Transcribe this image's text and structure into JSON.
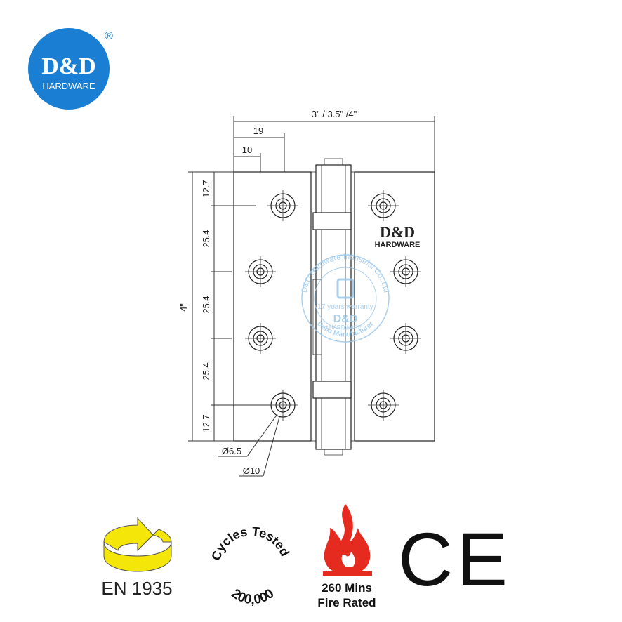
{
  "logo": {
    "brand": "D&D",
    "sub": "HARDWARE",
    "registered": "®",
    "color": "#1a7fd3"
  },
  "drawing": {
    "overall_width_label": "3\" / 3.5\" /4\"",
    "dim_19": "19",
    "dim_10": "10",
    "height_label": "4\"",
    "vertical_dims": [
      "12.7",
      "25.4",
      "25.4",
      "25.4",
      "12.7"
    ],
    "hole_small": "Ø6.5",
    "hole_large": "Ø10",
    "leaf_brand": "D&D",
    "leaf_sub": "HARDWARE"
  },
  "watermark": {
    "arc_top": "D&D Hardware Industrial Co.,Ltd",
    "arc_bottom": "Deba Manufacturer",
    "warranty": "17 years warranty",
    "brand": "D&D",
    "sub": "HARDWARE",
    "color": "#9cc8ec"
  },
  "badges": {
    "en_label": "EN 1935",
    "cycles_top": "Cycles Tested",
    "cycles_bottom": "200,000",
    "fire_line1": "260 Mins",
    "fire_line2": "Fire Rated",
    "ce": "CE",
    "arrow_color": "#f5e60a",
    "flame_color": "#e52b1f"
  }
}
